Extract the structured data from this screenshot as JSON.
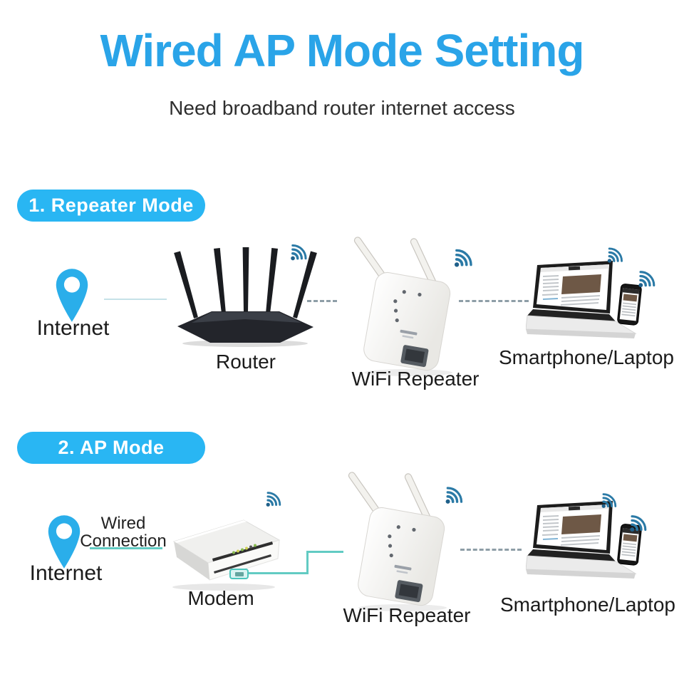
{
  "title": "Wired AP Mode Setting",
  "subtitle": "Need broadband router internet access",
  "colors": {
    "title_blue": "#2aa4e8",
    "badge_blue": "#29b6f3",
    "pin_blue": "#2aaeea",
    "wifi_icon_blue": "#2b7aa6",
    "cable_teal": "#62cbc3",
    "text_dark": "#1b1b1b"
  },
  "sections": [
    {
      "badge": "1. Repeater Mode",
      "nodes": {
        "internet": "Internet",
        "router": "Router",
        "repeater": "WiFi Repeater",
        "client": "Smartphone/Laptop"
      }
    },
    {
      "badge": "2. AP Mode",
      "nodes": {
        "internet": "Internet",
        "wired_line1": "Wired",
        "wired_line2": "Connection",
        "modem": "Modem",
        "repeater": "WiFi Repeater",
        "client": "Smartphone/Laptop"
      }
    }
  ]
}
